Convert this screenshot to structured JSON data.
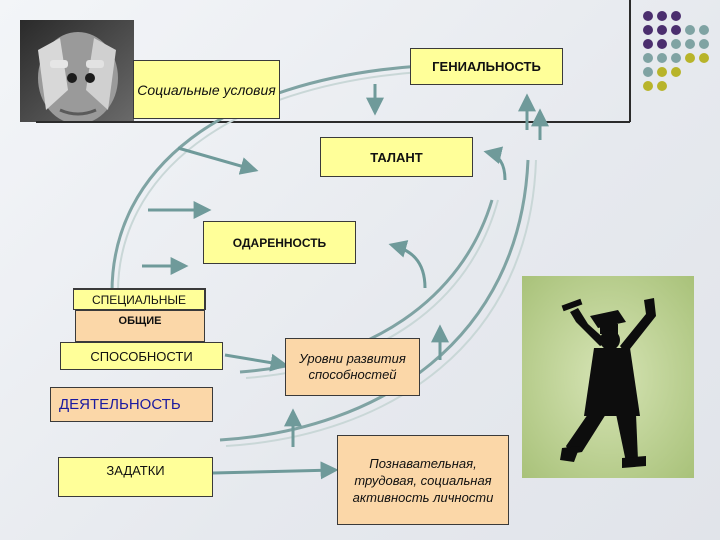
{
  "boxes": {
    "social": "Социальные условия",
    "genius": "ГЕНИАЛЬНОСТЬ",
    "talent": "ТАЛАНТ",
    "giftedness": "ОДАРЕННОСТЬ",
    "special": "СПЕЦИАЛЬНЫЕ",
    "general": "ОБЩИЕ",
    "abilities": "СПОСОБНОСТИ",
    "levels": "Уровни развития способностей",
    "activity": "ДЕЯТЕЛЬНОСТЬ",
    "inclinations": "ЗАДАТКИ",
    "cognitive": "Познавательная, трудовая, социальная активность личности"
  },
  "colors": {
    "box_yellow": "#ffff99",
    "box_peach": "#fbd7a8",
    "arrow": "#6f9a9a",
    "dot_purple": "#4b2e6e",
    "dot_teal": "#7fa3a3",
    "dot_olive": "#b8b42a",
    "photo_bg": "#bfd49a"
  },
  "decor": {
    "left_photo": "child-covering-eyes-photo",
    "right_photo": "graduate-jumping-silhouette"
  }
}
